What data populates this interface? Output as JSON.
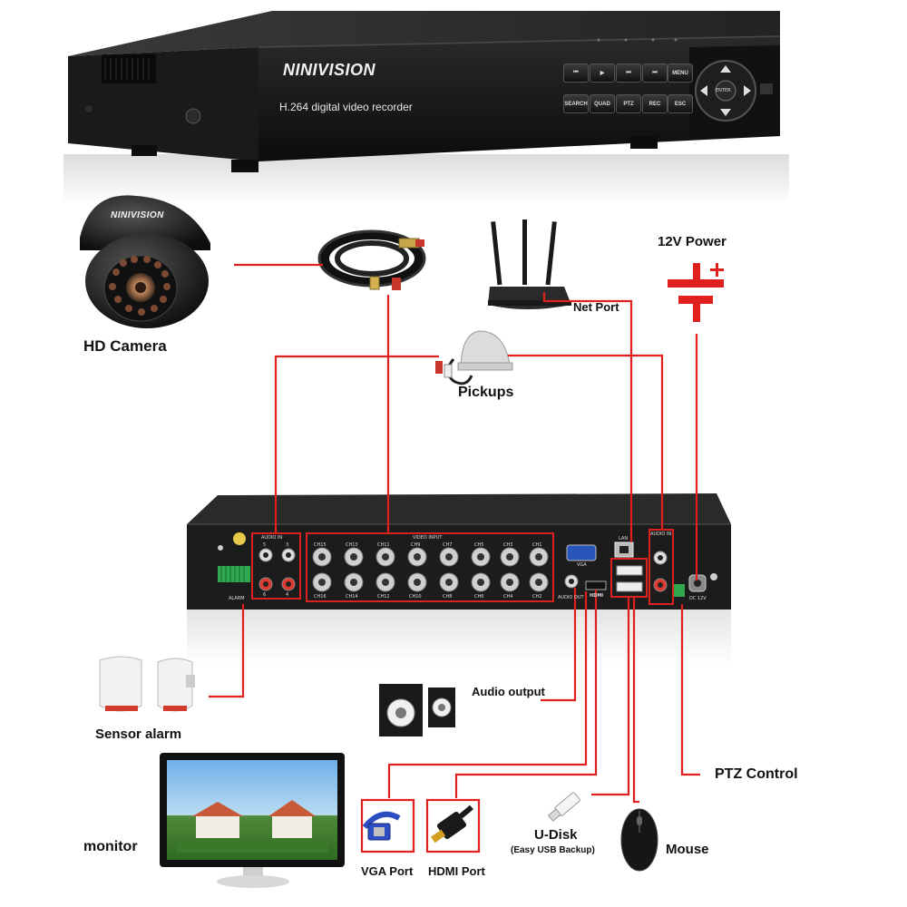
{
  "dvr": {
    "brand": "NINIVISION",
    "subtitle": "H.264 digital video recorder",
    "buttons_row1": [
      "⏮",
      "▶",
      "⏭",
      "⏭",
      "MENU"
    ],
    "buttons_row2": [
      "SEARCH",
      "QUAD",
      "PTZ",
      "REC",
      "ESC"
    ],
    "nav_center": "ENTER"
  },
  "camera": {
    "brand": "NINIVISION",
    "label": "HD Camera"
  },
  "labels": {
    "power": "12V Power",
    "net_port": "Net Port",
    "pickups": "Pickups",
    "sensor_alarm": "Sensor alarm",
    "audio_output": "Audio output",
    "ptz_control": "PTZ Control",
    "monitor": "monitor",
    "vga_port": "VGA Port",
    "hdmi_port": "HDMI Port",
    "u_disk": "U-Disk",
    "u_disk_sub": "(Easy USB Backup)",
    "mouse": "Mouse"
  },
  "rear_panel": {
    "audio_in_left": "AUDIO IN",
    "video_input": "VIDEO INPUT",
    "audio_in_right": "AUDIO IN",
    "alarm": "ALARM",
    "vga": "VGA",
    "audio_out": "AUDIO OUT",
    "hdmi": "HDMI",
    "lan": "LAN",
    "dc": "DC 12V",
    "audio_ch_top": [
      "5",
      "3"
    ],
    "audio_ch_bottom": [
      "6",
      "4"
    ],
    "video_top": [
      "CH15",
      "CH13",
      "CH11",
      "CH9",
      "CH7",
      "CH5",
      "CH3",
      "CH1"
    ],
    "video_bottom": [
      "CH16",
      "CH14",
      "CH12",
      "CH10",
      "CH8",
      "CH6",
      "CH4",
      "CH2"
    ]
  },
  "colors": {
    "wire": "#e0201e",
    "panel": "#1c1c1c",
    "accent_box": "#d8231f"
  }
}
